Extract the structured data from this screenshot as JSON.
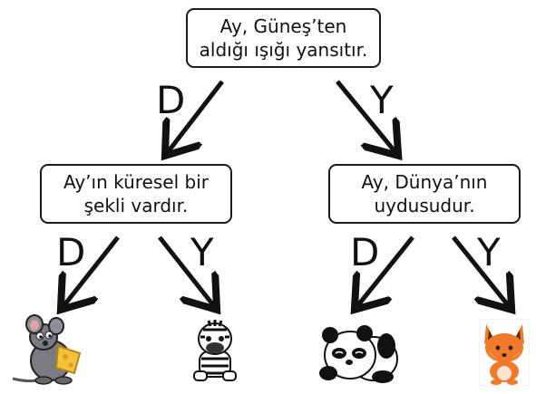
{
  "root": {
    "line1": "Ay, Güneş’ten",
    "line2": "aldığı ışığı yansıtır."
  },
  "left": {
    "line1": "Ay’ın küresel bir",
    "line2": "şekli vardır."
  },
  "right": {
    "line1": "Ay, Dünya’nın",
    "line2": "uydusudur."
  },
  "labels": {
    "true": "D",
    "false": "Y"
  },
  "leaves": [
    {
      "animal": "mouse-holding-cheese"
    },
    {
      "animal": "zebra"
    },
    {
      "animal": "panda"
    },
    {
      "animal": "fox"
    }
  ],
  "colors": {
    "arrow": "#111111",
    "box_border": "#1a1a1a"
  }
}
